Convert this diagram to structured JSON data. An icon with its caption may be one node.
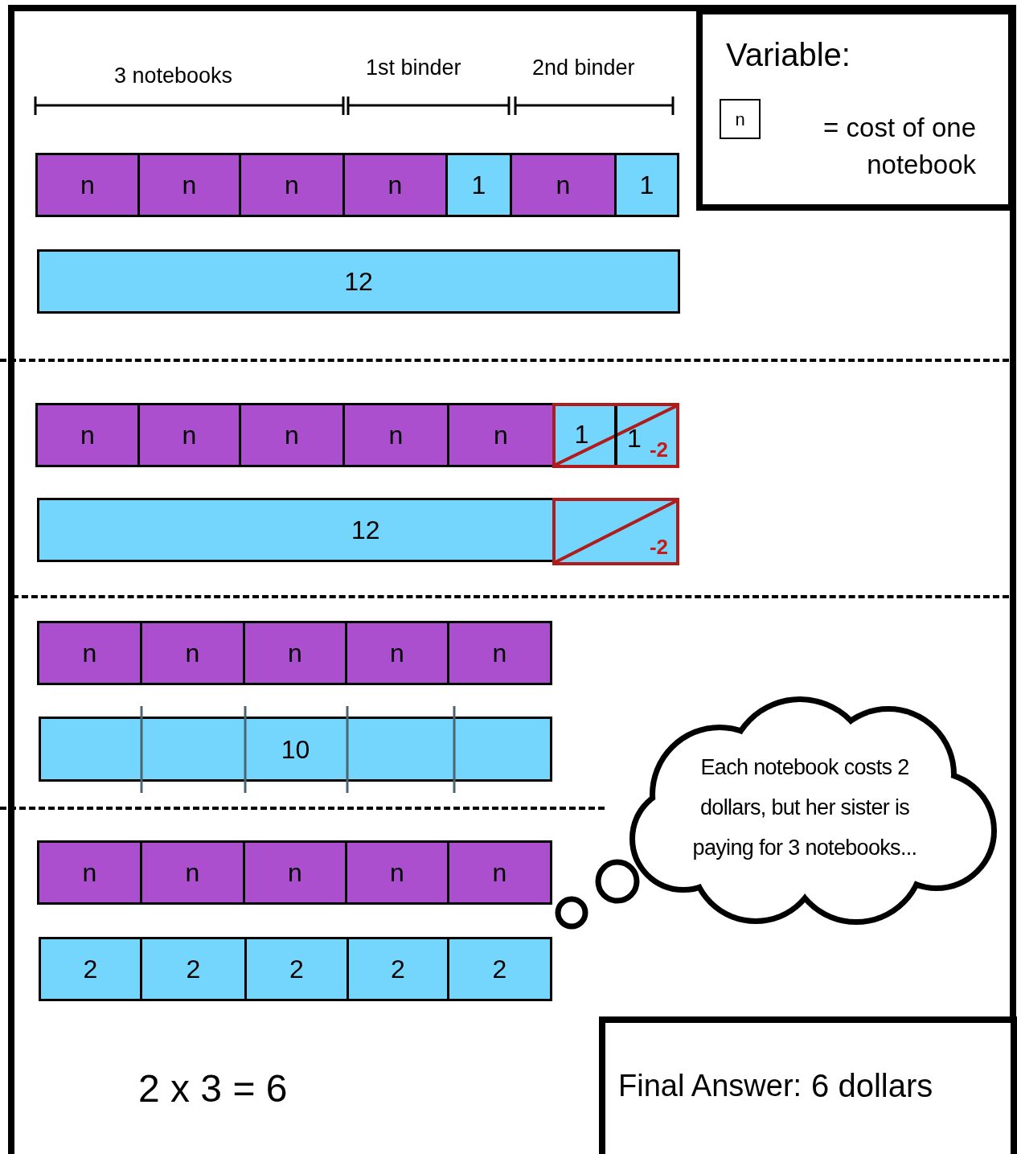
{
  "diagram": {
    "nodes": [
      {
        "text": [
          "Variable:",
          "= cost of one notebook"
        ]
      },
      {
        "text": [
          "n"
        ],
        "in": 0
      },
      {
        "text": [
          "n"
        ]
      },
      {
        "text": [
          "n"
        ]
      },
      {
        "text": [
          "n"
        ]
      },
      {
        "text": [
          "n"
        ]
      },
      {
        "text": [
          "1"
        ]
      },
      {
        "text": [
          "n"
        ]
      },
      {
        "text": [
          "1"
        ]
      },
      {
        "text": [
          "12"
        ]
      },
      {
        "text": [
          "n"
        ]
      },
      {
        "text": [
          "n"
        ]
      },
      {
        "text": [
          "n"
        ]
      },
      {
        "text": [
          "n"
        ]
      },
      {
        "text": [
          "n"
        ]
      },
      {
        "text": [
          "-2"
        ]
      },
      {
        "text": [
          "1"
        ],
        "in": 15
      },
      {
        "text": [
          "1"
        ],
        "in": 15
      },
      {
        "text": [
          "12"
        ]
      },
      {
        "text": [
          "-2"
        ]
      },
      {
        "text": [
          "n"
        ]
      },
      {
        "text": [
          "n"
        ]
      },
      {
        "text": [
          "n"
        ]
      },
      {
        "text": [
          "n"
        ]
      },
      {
        "text": [
          "n"
        ]
      },
      {
        "text": [
          "10"
        ]
      },
      {
        "text": [
          "n"
        ]
      },
      {
        "text": [
          "n"
        ]
      },
      {
        "text": [
          "n"
        ]
      },
      {
        "text": [
          "n"
        ]
      },
      {
        "text": [
          "n"
        ]
      },
      {
        "text": [
          "2"
        ]
      },
      {
        "text": [
          "2"
        ]
      },
      {
        "text": [
          "2"
        ]
      },
      {
        "text": [
          "2"
        ]
      },
      {
        "text": [
          "2"
        ]
      },
      {
        "text": [
          "Each notebook costs 2 dollars, but her sister is paying for 3 notebooks..."
        ]
      },
      {
        "text": [
          "Final Answer:",
          "6 dollars"
        ]
      }
    ],
    "labels": [
      "3 notebooks",
      "1st binder",
      "2nd binder",
      "2 x 3 = 6"
    ]
  }
}
